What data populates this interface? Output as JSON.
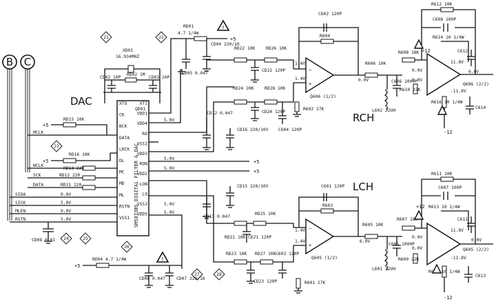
{
  "section_labels": {
    "dac": "DAC",
    "rch": "RCH",
    "lch": "LCH"
  },
  "chip": {
    "vertical_text": "SM5873BS  DIGITAL FILTER & DAC",
    "ref": "QD01",
    "crystal_ref": "XD01",
    "crystal_freq": "16.934MHZ",
    "left_pins": [
      "XTO",
      "CK",
      "BCK",
      "DATA",
      "LRCK",
      "DL",
      "MC",
      "MD",
      "ML",
      "RSTN",
      "VSS1"
    ],
    "right_pins": [
      "XTI",
      "VDD1",
      "VDD4",
      "RO",
      "VSS2",
      "VDD3",
      "RON",
      "VDD2",
      "LON",
      "LO",
      "VSS3",
      "VDD5"
    ]
  },
  "connectors": [
    "B",
    "C"
  ],
  "markers": [
    "21",
    "22",
    "23",
    "24",
    "25",
    "26",
    "27",
    "28"
  ],
  "signals": {
    "mclk": "MCLK",
    "wclk": "WCLK",
    "sck": "SCK",
    "data": "DATA",
    "sida": "SIDA",
    "sick": "SICK",
    "mlen": "MLEN",
    "rstn": "RSTN",
    "plus5": "+5",
    "minus12": "-12",
    "plus12": "+12",
    "v50": "5.0V",
    "v00": "0.0V"
  },
  "parts": {
    "rd15": "RD15 10K",
    "rd16": "RD16 10K",
    "rd13": "RD13 220",
    "rd12": "RD12 220",
    "rd11": "RD11 220",
    "rd01": "RD01",
    "rd01v": "4.7 1/4W",
    "rd04": "RD04 4.7 1/4W",
    "rd02": "RD02 1M",
    "cd02": "CD02 10P",
    "cd03": "CD03 10P",
    "cd04": "CD04 220/10",
    "cd05": "CD05 0.047",
    "cd06": "CD06 0.047",
    "cd07": "CD07 220/16",
    "cd08": "CD08 0.01",
    "cd12": "CD12 0.047",
    "cd13": "CD13 0.047",
    "cd15": "CD15 220/10V",
    "cd16": "CD16 220/10V",
    "rd22": "RD22 10K",
    "rd26": "RD26 10K",
    "rd24": "RD24 10K",
    "rd28": "RD28 10K",
    "rd25": "RD25 10K",
    "rd21": "RD21 10K",
    "rd23": "RD23 10K",
    "rd27": "RD27 10K",
    "cd22": "CD22 120P",
    "cd24": "CD24 120P",
    "cd21": "CD21 120P",
    "cd23": "CD23 120P",
    "c602": "C602 120P",
    "r604": "R604",
    "q606": "Q606 (1/2)",
    "r602": "R602 27K",
    "c604": "C604 120P",
    "r606": "R606 10K",
    "l602": "L602 22UH",
    "c606": "C606 1000P",
    "r608": "R608 18K",
    "r610": "R610 22K",
    "r612": "R612 10K",
    "c608": "C608 100P",
    "r614": "R614 10 1/4W",
    "c612": "C612",
    "r616": "R616 10 1/4W",
    "c614": "C614",
    "q606b": "Q606 (2/2)",
    "c601": "C601 120P",
    "r603": "R603",
    "q605": "Q605 (1/2)",
    "r601": "R601 27K",
    "c603": "C603 120P",
    "r605": "R605 10K",
    "l601": "L601 22UH",
    "c605": "C605 1000P",
    "r607": "R607 18K",
    "r609": "R609 22K",
    "r611": "R611 10K",
    "c607": "C607 100P",
    "r613": "R613 10 1/4W",
    "c611": "C611",
    "r615": "R615 10 1/4W",
    "c613": "C613",
    "q605b": "Q605 (2/2)"
  },
  "volts": {
    "v14": "1.4V",
    "v00": "0.0V",
    "v118": "11.8V",
    "vm118": "-11.8V",
    "v50": "5.0V",
    "v60": "6.0V"
  }
}
